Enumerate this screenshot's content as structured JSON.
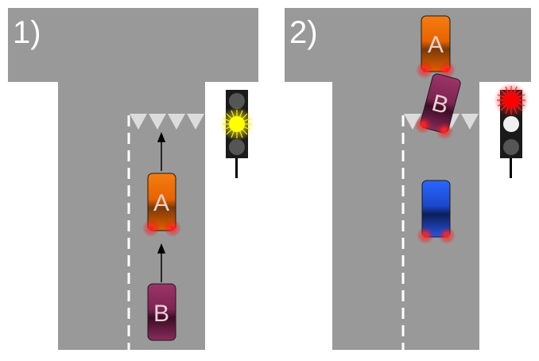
{
  "panels": [
    {
      "label": "1)",
      "traffic_light": "amber",
      "cars": [
        {
          "letter": "A",
          "color": "orange",
          "brake_lights": "on"
        },
        {
          "letter": "B",
          "color": "maroon",
          "brake_lights": "off"
        }
      ]
    },
    {
      "label": "2)",
      "traffic_light": "red",
      "cars": [
        {
          "letter": "A",
          "color": "orange",
          "brake_lights": "on"
        },
        {
          "letter": "B",
          "color": "maroon",
          "brake_lights": "on"
        },
        {
          "letter": "",
          "color": "blue",
          "brake_lights": "on"
        }
      ]
    }
  ],
  "colors": {
    "road": "#999999",
    "lane_marking": "#ffffff",
    "light_amber": "#ffff00",
    "light_red": "#ff0000",
    "car_orange": "#f26b00",
    "car_maroon": "#8c2a5a",
    "car_blue": "#1f4fd0"
  }
}
